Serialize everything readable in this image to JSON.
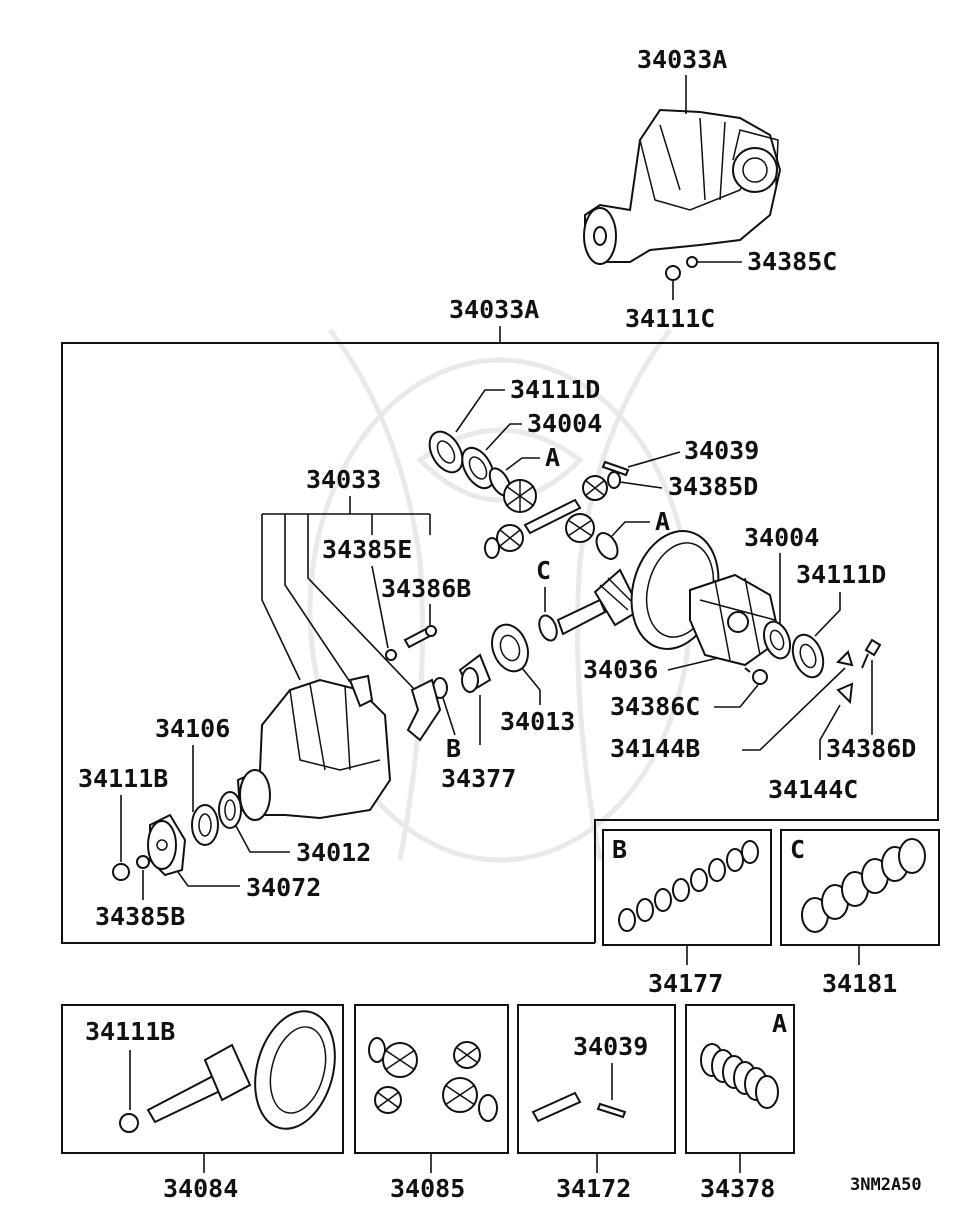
{
  "diagram_code": "3NM2A50",
  "top_assembly": {
    "label": "34033A",
    "bolt_label": "34385C",
    "nut_label": "34111C"
  },
  "main_box": {
    "title": "34033A",
    "labels": {
      "p34111D_top": "34111D",
      "p34004_top": "34004",
      "p34039": "34039",
      "p34385D": "34385D",
      "ref_A_top": "A",
      "ref_A_mid": "A",
      "p34033": "34033",
      "p34385E": "34385E",
      "p34386B": "34386B",
      "ref_C": "C",
      "p34004_right": "34004",
      "p34111D_right": "34111D",
      "p34036": "34036",
      "p34386C": "34386C",
      "p34013": "34013",
      "ref_B": "B",
      "p34377": "34377",
      "p34144B": "34144B",
      "p34386D": "34386D",
      "p34144C": "34144C",
      "p34106": "34106",
      "p34111B": "34111B",
      "p34012": "34012",
      "p34072": "34072",
      "p34385B": "34385B"
    }
  },
  "kits": [
    {
      "id": "kit-b",
      "ref": "B",
      "part": "34177"
    },
    {
      "id": "kit-c",
      "ref": "C",
      "part": "34181"
    },
    {
      "id": "kit-34084",
      "inner_label": "34111B",
      "part": "34084"
    },
    {
      "id": "kit-34085",
      "part": "34085"
    },
    {
      "id": "kit-34172",
      "inner_label": "34039",
      "part": "34172"
    },
    {
      "id": "kit-a",
      "ref": "A",
      "part": "34378"
    }
  ]
}
